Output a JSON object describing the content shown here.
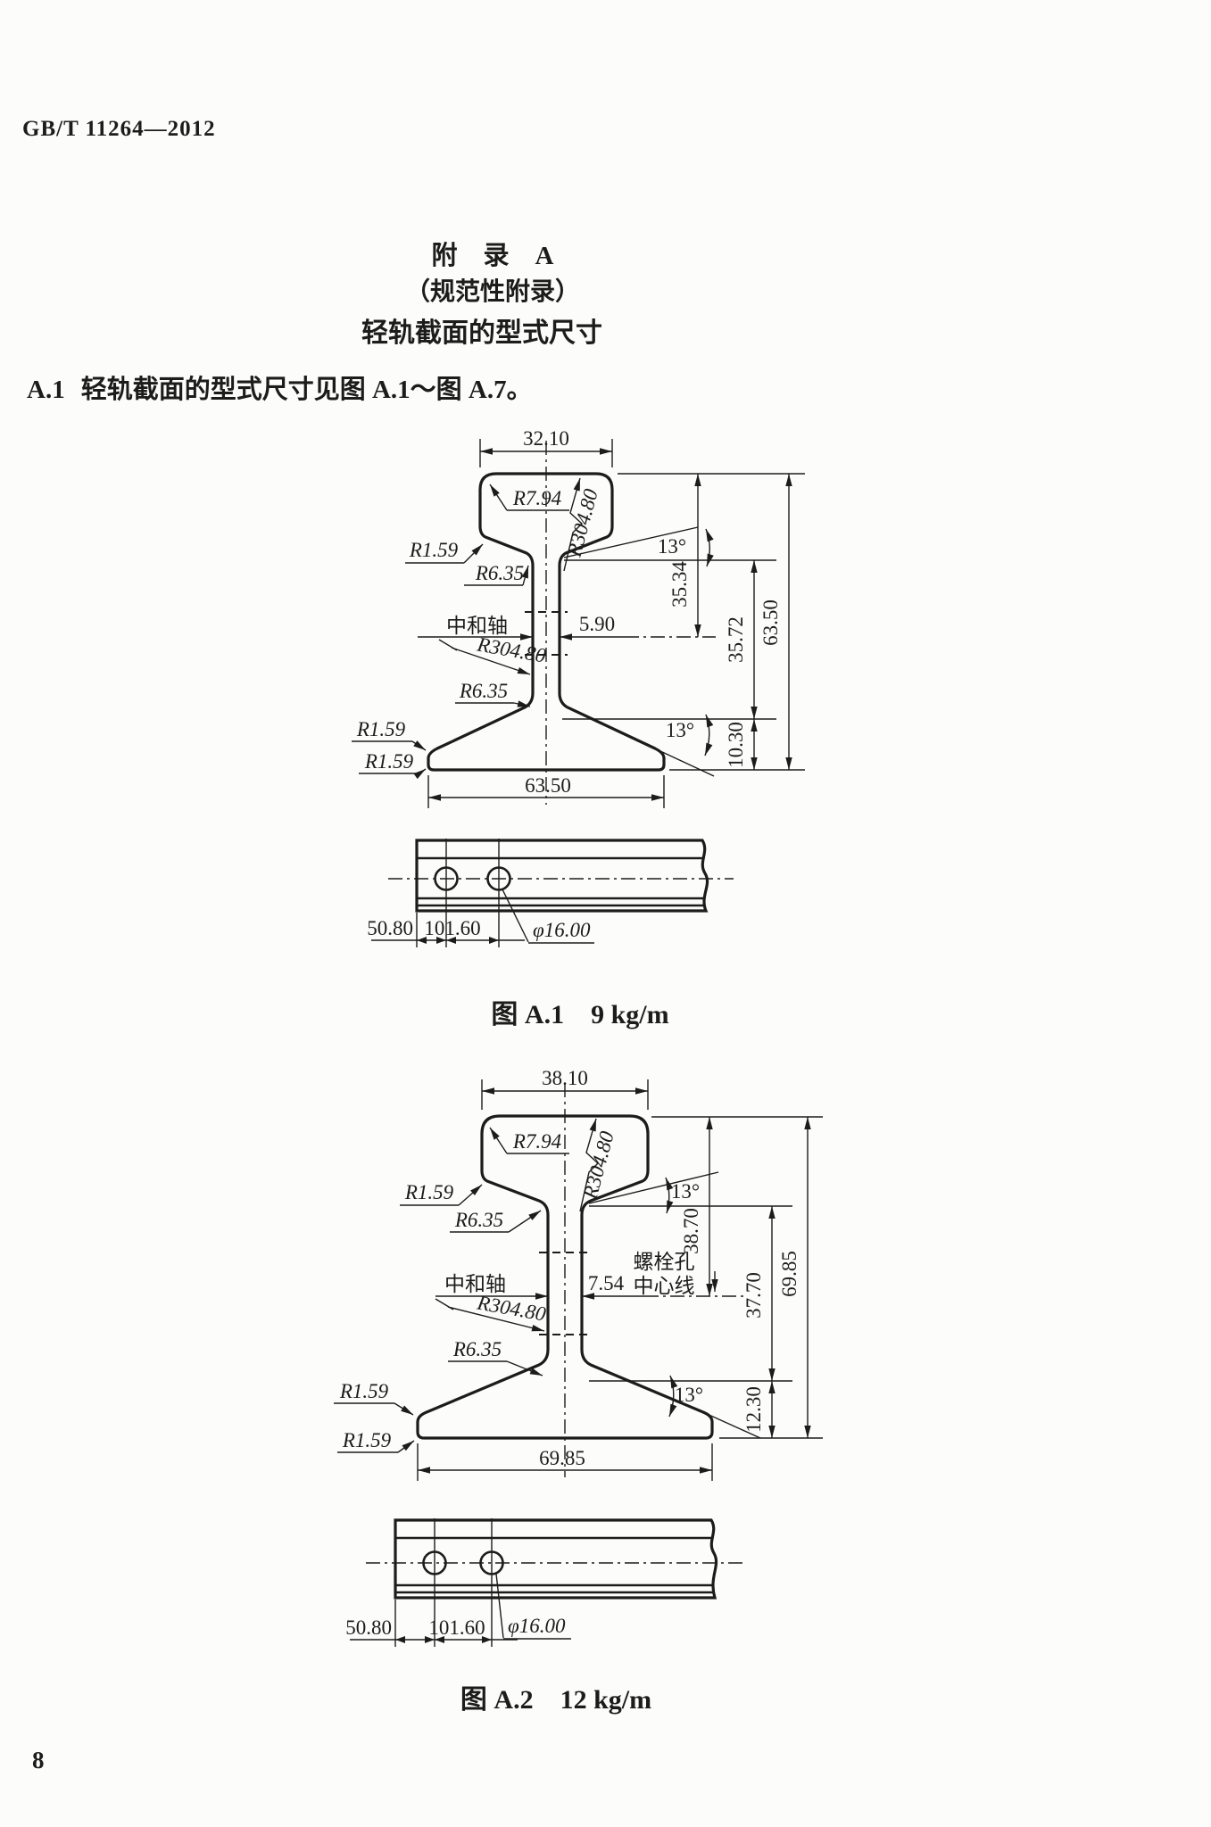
{
  "page": {
    "standard_number": "GB/T 11264—2012",
    "page_number": "8"
  },
  "appendix": {
    "title": "附　录　A",
    "subtitle": "（规范性附录）",
    "heading": "轻轨截面的型式尺寸"
  },
  "section": {
    "number": "A.1",
    "text": "轻轨截面的型式尺寸见图 A.1～图 A.7。"
  },
  "figure1": {
    "caption": "图 A.1　9 kg/m",
    "dims": {
      "head_width": "32.10",
      "head_radius": "R7.94",
      "crown_radius": "R304.80",
      "corner_radius_1": "R1.59",
      "angle_top": "13°",
      "fillet_top": "R6.35",
      "top_to_na": "35.34",
      "neutral_axis_label": "中和轴",
      "web_thickness": "5.90",
      "web_radius": "R304.80",
      "fish_height": "35.72",
      "overall_height": "63.50",
      "fillet_bottom": "R6.35",
      "corner_radius_2": "R1.59",
      "angle_bottom": "13°",
      "base_height": "10.30",
      "corner_radius_3": "R1.59",
      "base_width": "63.50",
      "hole_edge_dist": "50.80",
      "hole_spacing": "101.60",
      "hole_dia": "φ16.00"
    }
  },
  "figure2": {
    "caption": "图 A.2　12 kg/m",
    "dims": {
      "head_width": "38.10",
      "head_radius": "R7.94",
      "crown_radius": "R304.80",
      "corner_radius_1": "R1.59",
      "angle_top": "13°",
      "fillet_top": "R6.35",
      "top_to_na": "38.70",
      "bolt_hole_label_1": "螺栓孔",
      "bolt_hole_label_2": "中心线",
      "neutral_axis_label": "中和轴",
      "web_thickness": "7.54",
      "web_radius": "R304.80",
      "fish_height": "37.70",
      "overall_height": "69.85",
      "fillet_bottom": "R6.35",
      "corner_radius_2": "R1.59",
      "angle_bottom": "13°",
      "base_height": "12.30",
      "corner_radius_3": "R1.59",
      "base_width": "69.85",
      "hole_edge_dist": "50.80",
      "hole_spacing": "101.60",
      "hole_dia": "φ16.00"
    }
  }
}
